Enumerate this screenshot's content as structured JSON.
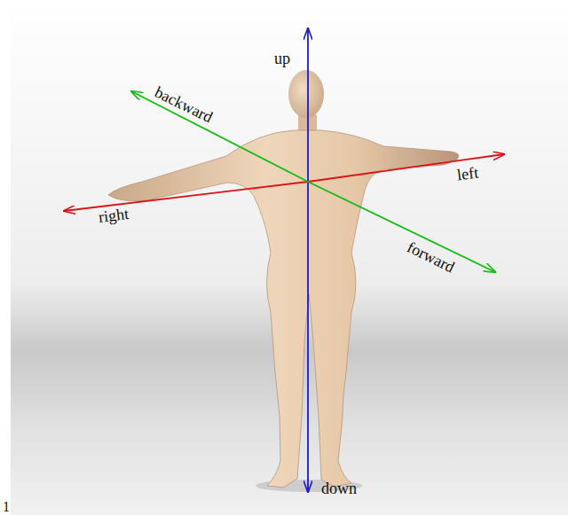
{
  "diagram": {
    "labels": [
      "up",
      "backward",
      "left",
      "right",
      "forward",
      "down",
      "1"
    ]
  }
}
